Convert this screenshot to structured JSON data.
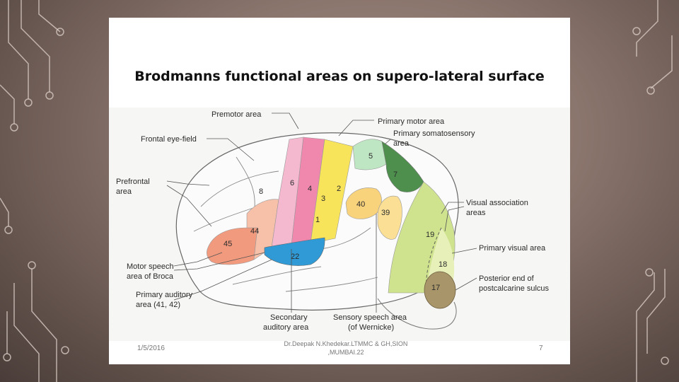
{
  "slide": {
    "title": "Brodmanns functional areas on supero-lateral surface",
    "footer": {
      "date": "1/5/2016",
      "author_line1": "Dr.Deepak N.Khedekar.LTMMC & GH,SION",
      "author_line2": ",MUMBAI.22",
      "page_number": "7"
    }
  },
  "diagram": {
    "labels": {
      "premotor": "Premotor area",
      "primary_motor": "Primary motor area",
      "somato_1": "Primary somatosensory",
      "somato_2": "area",
      "frontal_eye": "Frontal eye-field",
      "prefrontal_1": "Prefrontal",
      "prefrontal_2": "area",
      "visual_assoc_1": "Visual association",
      "visual_assoc_2": "areas",
      "primary_visual": "Primary visual area",
      "posterior_1": "Posterior end of",
      "posterior_2": "postcalcarine sulcus",
      "broca_1": "Motor speech",
      "broca_2": "area of Broca",
      "auditory_1": "Primary auditory",
      "auditory_2": "area (41, 42)",
      "secondary_1": "Secondary",
      "secondary_2": "auditory area",
      "wernicke_1": "Sensory speech area",
      "wernicke_2": "(of Wernicke)"
    },
    "area_numbers": {
      "a8": "8",
      "a6": "6",
      "a4": "4",
      "a3": "3",
      "a2": "2",
      "a1": "1",
      "a5": "5",
      "a7": "7",
      "a40": "40",
      "a39": "39",
      "a44": "44",
      "a45": "45",
      "a22": "22",
      "a19": "19",
      "a18": "18",
      "a17": "17"
    },
    "colors": {
      "area_45": "#f29a7e",
      "area_44": "#f7c0a8",
      "area_6": "#f5b9cf",
      "area_4": "#f088ae",
      "area_3_1_2": "#f7e45a",
      "area_5": "#bfe6c2",
      "area_7": "#4e8f4e",
      "area_40_39": "#f9d27c",
      "area_22": "#2f9ad6",
      "area_19": "#cfe38f",
      "area_18": "#e7f0b8",
      "area_17": "#a8956a"
    }
  }
}
